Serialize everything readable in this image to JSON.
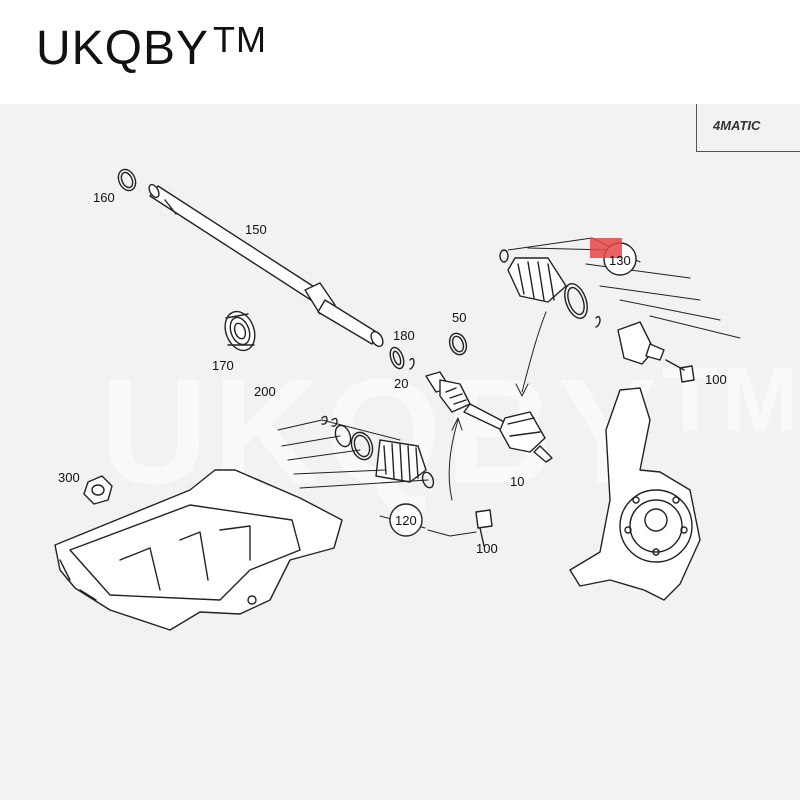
{
  "header": {
    "brand": "UKQBY",
    "trademark": "TM"
  },
  "watermark": {
    "text": "UKQBY",
    "trademark": "TM"
  },
  "badge": {
    "text": "4MATIC"
  },
  "callouts": {
    "c10": "10",
    "c20": "20",
    "c50": "50",
    "c100a": "100",
    "c100b": "100",
    "c120": "120",
    "c130": "130",
    "c150": "150",
    "c160": "160",
    "c170": "170",
    "c180": "180",
    "c200": "200",
    "c300": "300"
  },
  "colors": {
    "highlight": "#e8474a",
    "line": "#222222",
    "background": "#f2f2f2"
  }
}
